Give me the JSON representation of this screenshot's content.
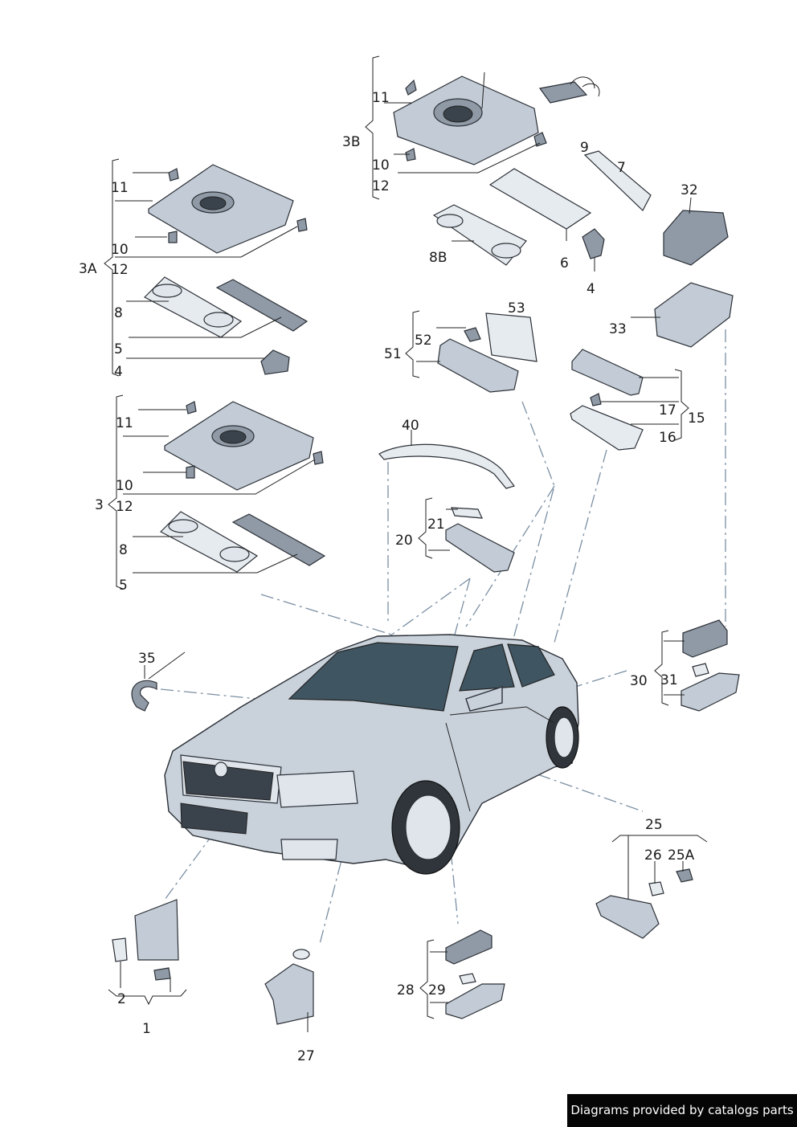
{
  "callouts": {
    "c1": "1",
    "c2": "2",
    "c3": "3",
    "c3A": "3A",
    "c3B": "3B",
    "c4a": "4",
    "c4b": "4",
    "c5a": "5",
    "c5b": "5",
    "c6": "6",
    "c7": "7",
    "c8a": "8",
    "c8b": "8",
    "c8B": "8B",
    "c9": "9",
    "c10a": "10",
    "c10b": "10",
    "c10c": "10",
    "c11a": "11",
    "c11b": "11",
    "c11c": "11",
    "c12a": "12",
    "c12b": "12",
    "c12c": "12",
    "c15": "15",
    "c16": "16",
    "c17": "17",
    "c20": "20",
    "c21": "21",
    "c25": "25",
    "c25A": "25A",
    "c26": "26",
    "c27": "27",
    "c28": "28",
    "c29": "29",
    "c30": "30",
    "c31": "31",
    "c32": "32",
    "c33": "33",
    "c35": "35",
    "c40": "40",
    "c51": "51",
    "c52": "52",
    "c53": "53"
  },
  "credit": "Diagrams provided by catalogs parts"
}
